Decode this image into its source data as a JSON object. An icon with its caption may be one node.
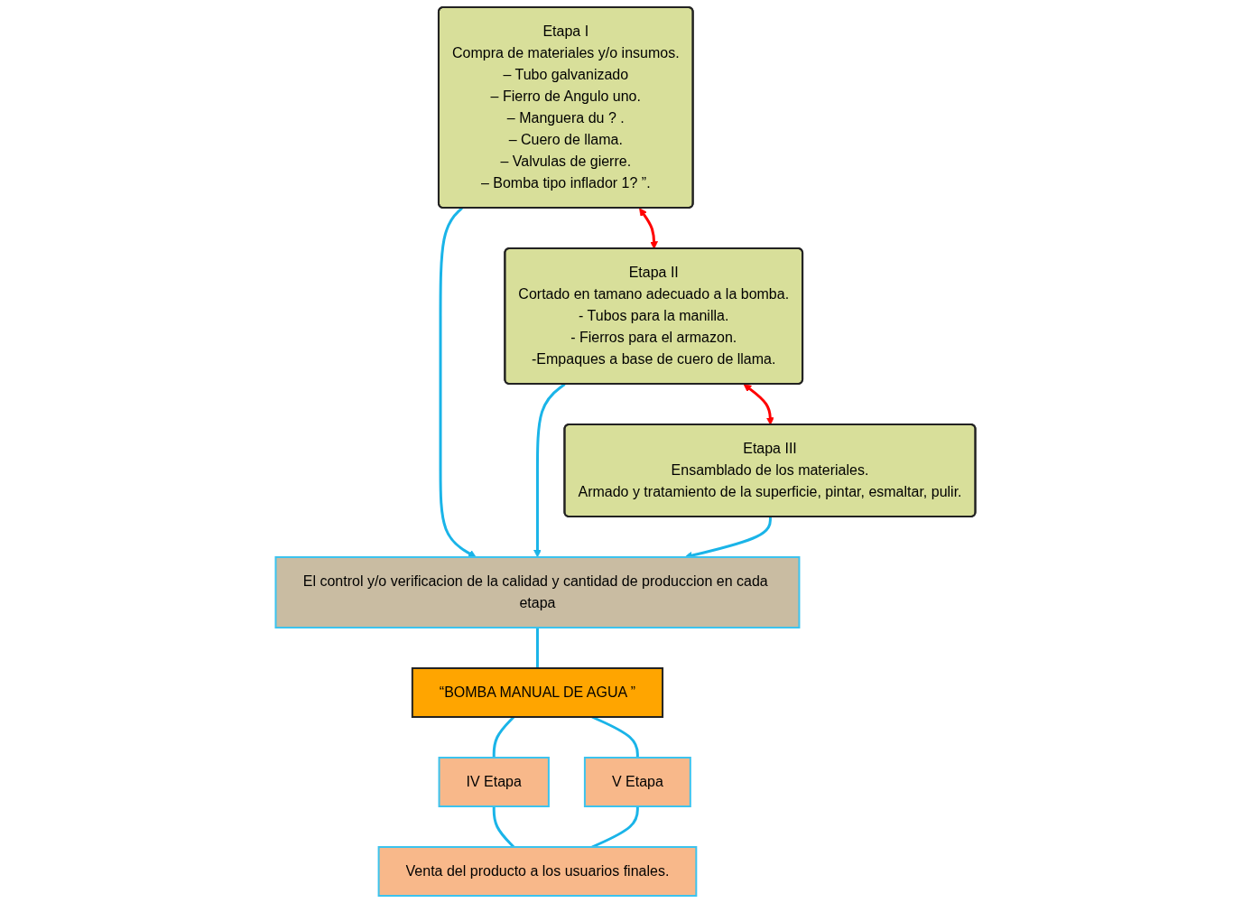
{
  "diagram": {
    "nodes": [
      {
        "text": [
          "Etapa I",
          "Compra de materiales y/o insumos.",
          "– Tubo galvanizado",
          "– Fierro de Angulo uno.",
          "– Manguera du ? .",
          "– Cuero de llama.",
          "– Valvulas de gierre.",
          "– Bomba tipo inflador 1? ”."
        ]
      },
      {
        "text": [
          "Etapa II",
          "Cortado en tamano adecuado a la bomba.",
          "- Tubos para la manilla.",
          "- Fierros para el armazon.",
          "-Empaques a base de cuero de llama."
        ]
      },
      {
        "text": [
          "Etapa III",
          "Ensamblado de los materiales.",
          "Armado y tratamiento de la superficie, pintar, esmaltar, pulir."
        ]
      },
      {
        "text": [
          "El control y/o verificacion de la calidad y cantidad de produccion en cada etapa"
        ]
      },
      {
        "text": [
          "“BOMBA MANUAL DE AGUA ”"
        ]
      },
      {
        "text": [
          "IV Etapa"
        ]
      },
      {
        "text": [
          "V Etapa"
        ]
      },
      {
        "text": [
          "Venta del producto a los usuarios finales."
        ]
      }
    ],
    "edges": [
      {
        "from": 0,
        "to": 1,
        "arrow": "both",
        "color": "#ff0000"
      },
      {
        "from": 1,
        "to": 2,
        "arrow": "both",
        "color": "#ff0000"
      },
      {
        "from": 0,
        "to": 3,
        "arrow": "to"
      },
      {
        "from": 1,
        "to": 3,
        "arrow": "to"
      },
      {
        "from": 2,
        "to": 3,
        "arrow": "to"
      },
      {
        "from": 3,
        "to": 4,
        "arrow": "none"
      },
      {
        "from": 4,
        "to": 5,
        "arrow": "none"
      },
      {
        "from": 4,
        "to": 6,
        "arrow": "none"
      },
      {
        "from": 5,
        "to": 7,
        "arrow": "none"
      },
      {
        "from": 6,
        "to": 7,
        "arrow": "none"
      }
    ]
  }
}
